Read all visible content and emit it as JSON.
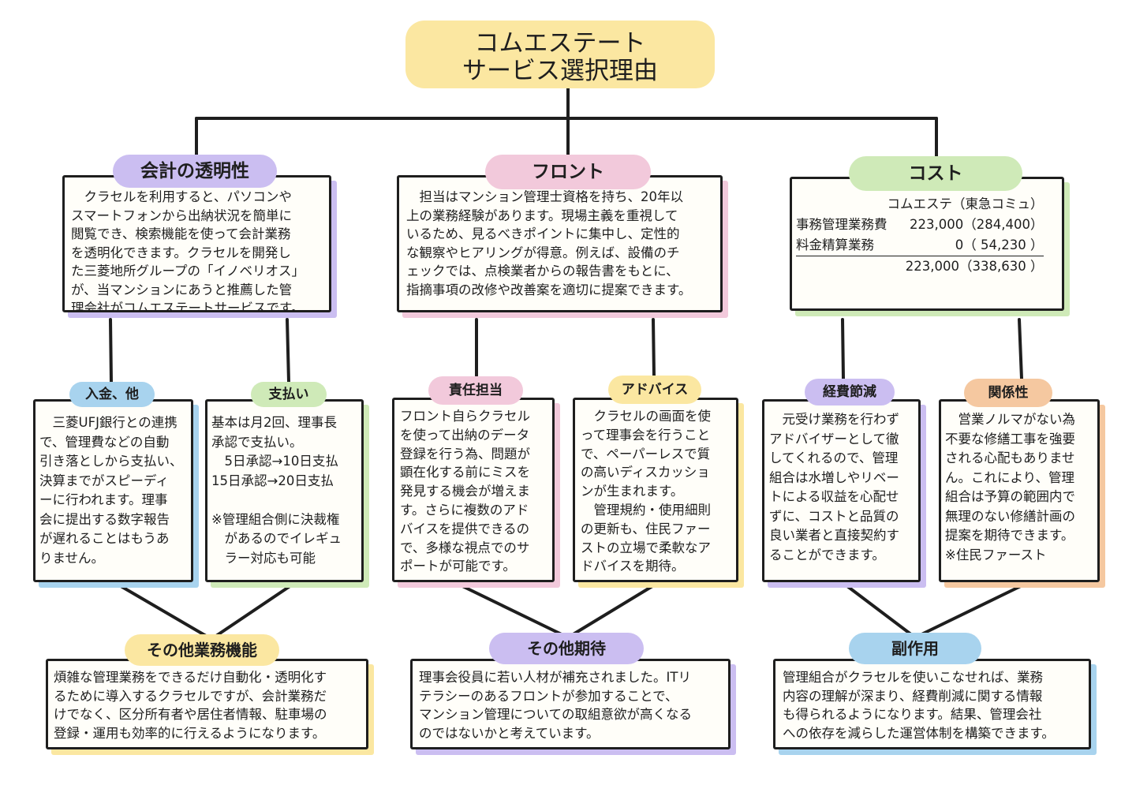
{
  "title": {
    "line1": "コムエステート",
    "line2": "サービス選択理由"
  },
  "colors": {
    "yellow": "#fbe7a1",
    "purple": "#cbbef1",
    "pink": "#f2c9db",
    "green": "#cfeab8",
    "blue": "#a8d3ee",
    "orange": "#f5c8a0",
    "line": "#1e1e1e"
  },
  "sections": {
    "accounting": {
      "label": "会計の透明性",
      "text": "　クラセルを利用すると、パソコンや\nスマートフォンから出納状況を簡単に\n閲覧でき、検索機能を使って会計業務\nを透明化できます。クラセルを開発し\nた三菱地所グループの「イノベリオス」\nが、当マンションにあうと推薦した管\n理会社がコムエステートサービスです。"
    },
    "front": {
      "label": "フロント",
      "text": "　担当はマンション管理士資格を持ち、20年以\n上の業務経験があります。現場主義を重視して\nいるため、見るべきポイントに集中し、定性的\nな観察やヒアリングが得意。例えば、設備のチ\nェックでは、点検業者からの報告書をもとに、\n指摘事項の改修や改善案を適切に提案できます。"
    },
    "cost": {
      "label": "コスト",
      "header": "コムエステ（東急コミュ）",
      "rows": [
        {
          "item": "事務管理業務費",
          "value": "223,000（284,400）"
        },
        {
          "item": "料金精算業務",
          "value": "0（ 54,230 ）"
        }
      ],
      "total": "223,000（338,630 ）"
    }
  },
  "subs": {
    "deposit": {
      "label": "入金、他",
      "text": "　三菱UFJ銀行との連携\nで、管理費などの自動\n引き落としから支払い、\n決算までがスピーディ\nーに行われます。理事\n会に提出する数字報告\nが遅れることはもうあ\nりません。"
    },
    "payment": {
      "label": "支払い",
      "text": "基本は月2回、理事長\n承認で支払い。\n　5日承認→10日支払\n15日承認→20日支払\n\n※管理組合側に決裁権\n　があるのでイレギュ\n　ラー対応も可能"
    },
    "responsible": {
      "label": "責任担当",
      "text": "フロント自らクラセル\nを使って出納のデータ\n登録を行う為、問題が\n顕在化する前にミスを\n発見する機会が増えま\nす。さらに複数のアド\nバイスを提供できるの\nで、多様な視点でのサ\nポートが可能です。"
    },
    "advice": {
      "label": "アドバイス",
      "text": "　クラセルの画面を使\nって理事会を行うこと\nで、ペーパーレスで質\nの高いディスカッショ\nンが生まれます。\n　管理規約・使用細則\nの更新も、住民ファー\nストの立場で柔軟なア\nドバイスを期待。"
    },
    "savings": {
      "label": "経費節減",
      "text": "　元受け業務を行わず\nアドバイザーとして徹\nしてくれるので、管理\n組合は水増しやリベー\nトによる収益を心配せ\nずに、コストと品質の\n良い業者と直接契約す\nることができます。"
    },
    "relationship": {
      "label": "関係性",
      "text": "　営業ノルマがない為\n不要な修繕工事を強要\nされる心配もありませ\nん。これにより、管理\n組合は予算の範囲内で\n無理のない修繕計画の\n提案を期待できます。\n※住民ファースト"
    }
  },
  "bottoms": {
    "other_functions": {
      "label": "その他業務機能",
      "text": "煩雑な管理業務をできるだけ自動化・透明化す\nるために導入するクラセルですが、会計業務だ\nけでなく、区分所有者や居住者情報、駐車場の\n登録・運用も効率的に行えるようになります。"
    },
    "other_expectations": {
      "label": "その他期待",
      "text": "理事会役員に若い人材が補充されました。ITリ\nテラシーのあるフロントが参加することで、\nマンション管理についての取組意欲が高くなる\nのではないかと考えています。"
    },
    "side_effect": {
      "label": "副作用",
      "text": "管理組合がクラセルを使いこなせれば、業務\n内容の理解が深まり、経費削減に関する情報\nも得られるようになります。結果、管理会社\nへの依存を減らした運営体制を構築できます。"
    }
  }
}
